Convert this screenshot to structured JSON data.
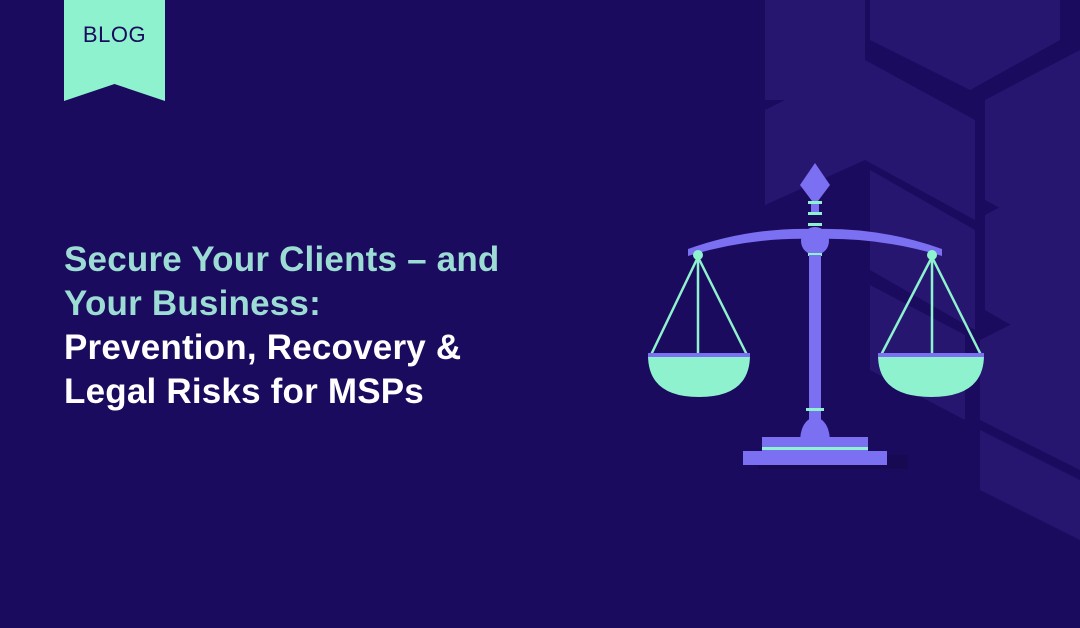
{
  "badge": {
    "label": "BLOG"
  },
  "headline": {
    "lines_accent": [
      "Secure Your Clients – and",
      "Your Business:"
    ],
    "lines_white": [
      "Prevention, Recovery &",
      "Legal Risks for MSPs"
    ]
  },
  "colors": {
    "background": "#1b0b5e",
    "pattern": "#271770",
    "accent_mint": "#8df2cd",
    "accent_teal_text": "#9cdcd4",
    "scale_purple": "#7b6ff2",
    "scale_purple_dark": "#6b5ee0",
    "text_white": "#ffffff"
  },
  "illustration": {
    "icon": "scales-of-justice-icon"
  }
}
